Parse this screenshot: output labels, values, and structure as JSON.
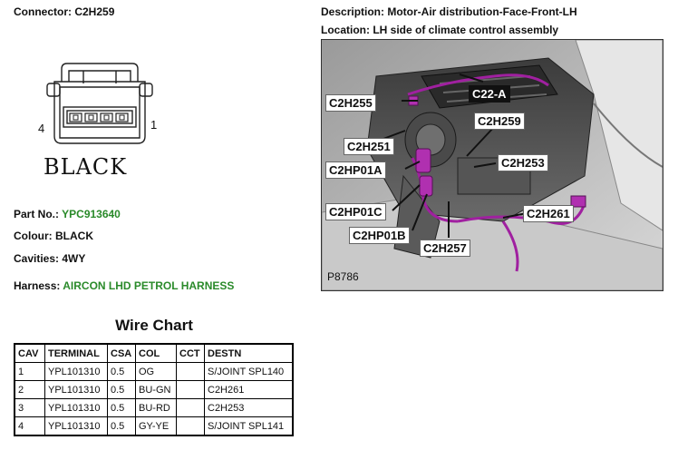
{
  "connector": {
    "label": "Connector:",
    "id": "C2H259",
    "pin_left": "4",
    "pin_right": "1",
    "color_text": "BLACK"
  },
  "description": {
    "label": "Description:",
    "value": "Motor-Air distribution-Face-Front-LH"
  },
  "location": {
    "label": "Location:",
    "value": "LH side of climate control assembly"
  },
  "part": {
    "label": "Part No.:",
    "value": "YPC913640"
  },
  "colour": {
    "label": "Colour:",
    "value": "BLACK"
  },
  "cavities": {
    "label": "Cavities:",
    "value": "4WY"
  },
  "harness": {
    "label": "Harness:",
    "value": "AIRCON LHD PETROL HARNESS"
  },
  "photo": {
    "code": "P8786",
    "callouts": {
      "c22a": "C22-A",
      "c2h255": "C2H255",
      "c2h251": "C2H251",
      "c2h259": "C2H259",
      "c2hp01a": "C2HP01A",
      "c2h253": "C2H253",
      "c2hp01c": "C2HP01C",
      "c2h261": "C2H261",
      "c2hp01b": "C2HP01B",
      "c2h257": "C2H257"
    }
  },
  "wire_chart": {
    "title": "Wire Chart",
    "headers": [
      "CAV",
      "TERMINAL",
      "CSA",
      "COL",
      "CCT",
      "DESTN"
    ],
    "rows": [
      [
        "1",
        "YPL101310",
        "0.5",
        "OG",
        "",
        "S/JOINT SPL140"
      ],
      [
        "2",
        "YPL101310",
        "0.5",
        "BU-GN",
        "",
        "C2H261"
      ],
      [
        "3",
        "YPL101310",
        "0.5",
        "BU-RD",
        "",
        "C2H253"
      ],
      [
        "4",
        "YPL101310",
        "0.5",
        "GY-YE",
        "",
        "S/JOINT SPL141"
      ]
    ]
  },
  "colors": {
    "accent_green": "#2a8a2a",
    "wire_highlight": "#a020a0"
  }
}
